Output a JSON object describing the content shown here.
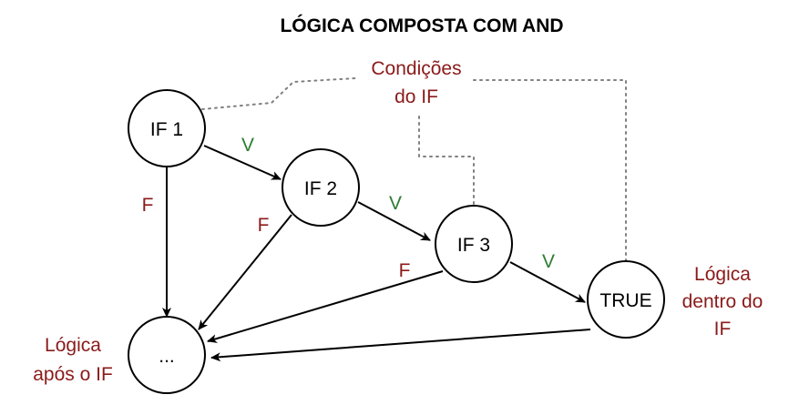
{
  "title": "LÓGICA COMPOSTA COM AND",
  "nodes": {
    "if1": "IF 1",
    "if2": "IF 2",
    "if3": "IF 3",
    "true_node": "TRUE",
    "after": "..."
  },
  "edge_labels": {
    "true": "V",
    "false": "F"
  },
  "annotations": {
    "conditions": [
      "Condições",
      "do IF"
    ],
    "inside": [
      "Lógica",
      "dentro do",
      "IF"
    ],
    "after": [
      "Lógica",
      "após o IF"
    ]
  },
  "colors": {
    "true_label": "#2e7d32",
    "false_label": "#8b1a1a",
    "annotation": "#8b1a1a",
    "dotted_line": "#808080"
  }
}
